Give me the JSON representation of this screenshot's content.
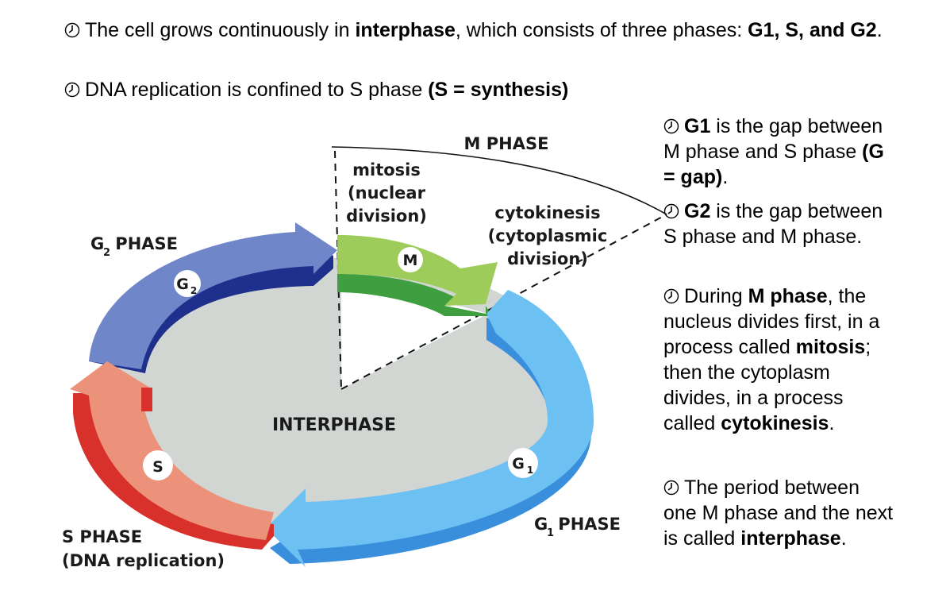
{
  "intro": {
    "line1": {
      "t1": "The cell grows continuously in ",
      "b1": "interphase",
      "t2": ", which consists of three phases: ",
      "b2": "G1, S, and G2",
      "t3": "."
    },
    "line2": {
      "t1": "DNA replication is confined to S phase ",
      "b1": "(S = synthesis)"
    }
  },
  "bullet_icon": "clock-icon",
  "side_notes": {
    "g1": {
      "b1": "G1",
      "t1": " is the gap between M phase and S phase ",
      "b2": "(G = gap)",
      "t2": "."
    },
    "g2": {
      "b1": "G2",
      "t1": " is the gap between S phase and M phase."
    },
    "m": {
      "t1": "During ",
      "b1": "M phase",
      "t2": ", the nucleus divides first, in a process called ",
      "b2": "mitosis",
      "t3": "; then the cytoplasm divides, in a process called ",
      "b3": "cytokinesis",
      "t4": "."
    },
    "inter": {
      "t1": "The period between one M phase and the next is called ",
      "b1": "interphase",
      "t2": "."
    }
  },
  "diagram": {
    "m_phase_title": "M PHASE",
    "mitosis": [
      "mitosis",
      "(nuclear",
      "division)"
    ],
    "cytokinesis": [
      "cytokinesis",
      "(cytoplasmic",
      "division)"
    ],
    "g2_phase": {
      "main": "G",
      "sub": "2",
      "rest": " PHASE"
    },
    "s_phase": [
      "S PHASE",
      "(DNA replication)"
    ],
    "g1_phase": {
      "main": "G",
      "sub": "1",
      "rest": " PHASE"
    },
    "interphase": "INTERPHASE",
    "badges": {
      "m": "M",
      "g2": {
        "main": "G",
        "sub": "2"
      },
      "s": "S",
      "g1": {
        "main": "G",
        "sub": "1"
      }
    },
    "colors": {
      "g2_top": "#6f86c9",
      "g2_side": "#1e2f8c",
      "m_top": "#9dcc5a",
      "m_side": "#3f9e3f",
      "g1_top": "#6cc0f2",
      "g1_side": "#3a8fdc",
      "s_top": "#ec917a",
      "s_side": "#d8302a",
      "center": "#d2d6d3"
    }
  }
}
